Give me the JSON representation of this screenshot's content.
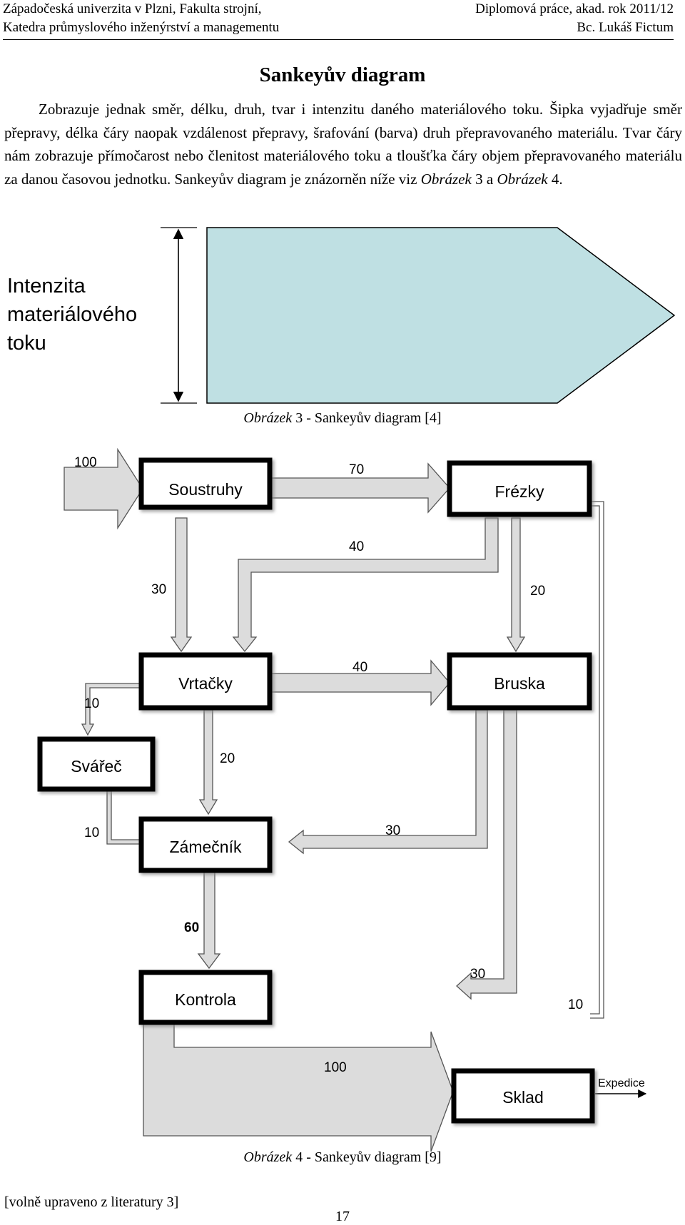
{
  "header": {
    "left_line1": "Západočeská univerzita v Plzni, Fakulta strojní,",
    "right_line1": "Diplomová práce, akad. rok 2011/12",
    "left_line2": "Katedra průmyslového inženýrství a managementu",
    "right_line2": "Bc. Lukáš Fictum"
  },
  "section_title": "Sankeyův diagram",
  "paragraph": {
    "text": "Zobrazuje jednak směr, délku, druh, tvar i intenzitu daného materiálového toku. Šipka vyjadřuje směr přepravy, délka čáry naopak vzdálenost přepravy, šrafování (barva) druh přepravovaného materiálu. Tvar čáry nám zobrazuje přímočarost nebo členitost materiálového toku a tloušťka čáry objem přepravovaného materiálu za danou časovou jednotku. Sankeyův diagram je znázorněn níže viz ",
    "ref1_word": "Obrázek",
    "ref1_num": " 3 a ",
    "ref2_word": "Obrázek",
    "ref2_num": " 4."
  },
  "figure3": {
    "label_lines": [
      "Intenzita",
      "materiálového",
      "toku"
    ],
    "arrow_fill": "#bfe0e3",
    "caption_word": "Obrázek",
    "caption_rest": " 3 - Sankeyův diagram [4]"
  },
  "figure4": {
    "nodes": {
      "soustruhy": "Soustruhy",
      "frezky": "Frézky",
      "vrtacky": "Vrtačky",
      "bruska": "Bruska",
      "svarec": "Svářeč",
      "zamecnik": "Zámečník",
      "kontrola": "Kontrola",
      "sklad": "Sklad"
    },
    "flows": {
      "input": "100",
      "soustruhy_frezky": "70",
      "frezky_vrtacky": "40",
      "soustruhy_vrtacky": "30",
      "frezky_bruska": "20",
      "vrtacky_bruska": "40",
      "vrtacky_svarec": "10",
      "vrtacky_zamecnik": "20",
      "svarec_zamecnik": "10",
      "bruska_zamecnik": "30",
      "zamecnik_kontrola": "60",
      "bruska_kontrola": "30",
      "frezky_kontrola": "10",
      "kontrola_sklad": "100"
    },
    "expedice": "Expedice",
    "caption_word": "Obrázek",
    "caption_rest": " 4 - Sankeyův diagram [9]"
  },
  "source_note": "[volně upraveno z literatury 3]",
  "page_number": "17"
}
